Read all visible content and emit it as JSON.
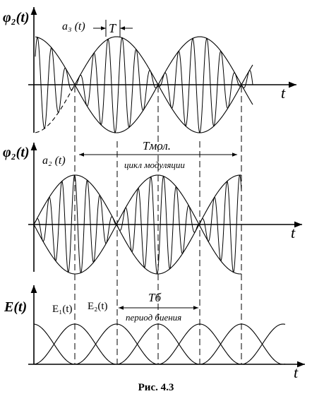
{
  "panel_top": {
    "ylabel": "φ₂(t)",
    "xlabel": "t",
    "envelope_label": "a₃ (t)",
    "period_label": "T"
  },
  "panel_middle": {
    "ylabel": "φ₂(t)",
    "xlabel": "t",
    "envelope_label": "a₂ (t)",
    "modulation_period_label": "Tмол.",
    "modulation_cycle_label": "цикл модуляции"
  },
  "panel_bottom": {
    "ylabel": "E(t)",
    "xlabel": "t",
    "curve1_label": "E₁(t)",
    "curve2_label": "E₂(t)",
    "beat_period_label": "Tб",
    "beat_period_caption": "период биения"
  },
  "caption": "Рис. 4.3"
}
